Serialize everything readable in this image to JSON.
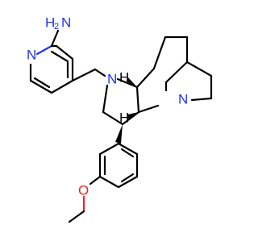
{
  "diagram": {
    "type": "chemical-structure",
    "atoms": {
      "amine_h": "H",
      "amine_2": "2",
      "amine_n": "N",
      "pyridine_n": "N",
      "pyrrolidine_n": "N",
      "bridgehead_n": "N",
      "methoxy_o": "O"
    },
    "stereo_h": {
      "h1": "H",
      "h2": "H"
    },
    "colors": {
      "nitrogen": "#2233ee",
      "oxygen": "#ee2222",
      "bond": "#000000"
    }
  }
}
